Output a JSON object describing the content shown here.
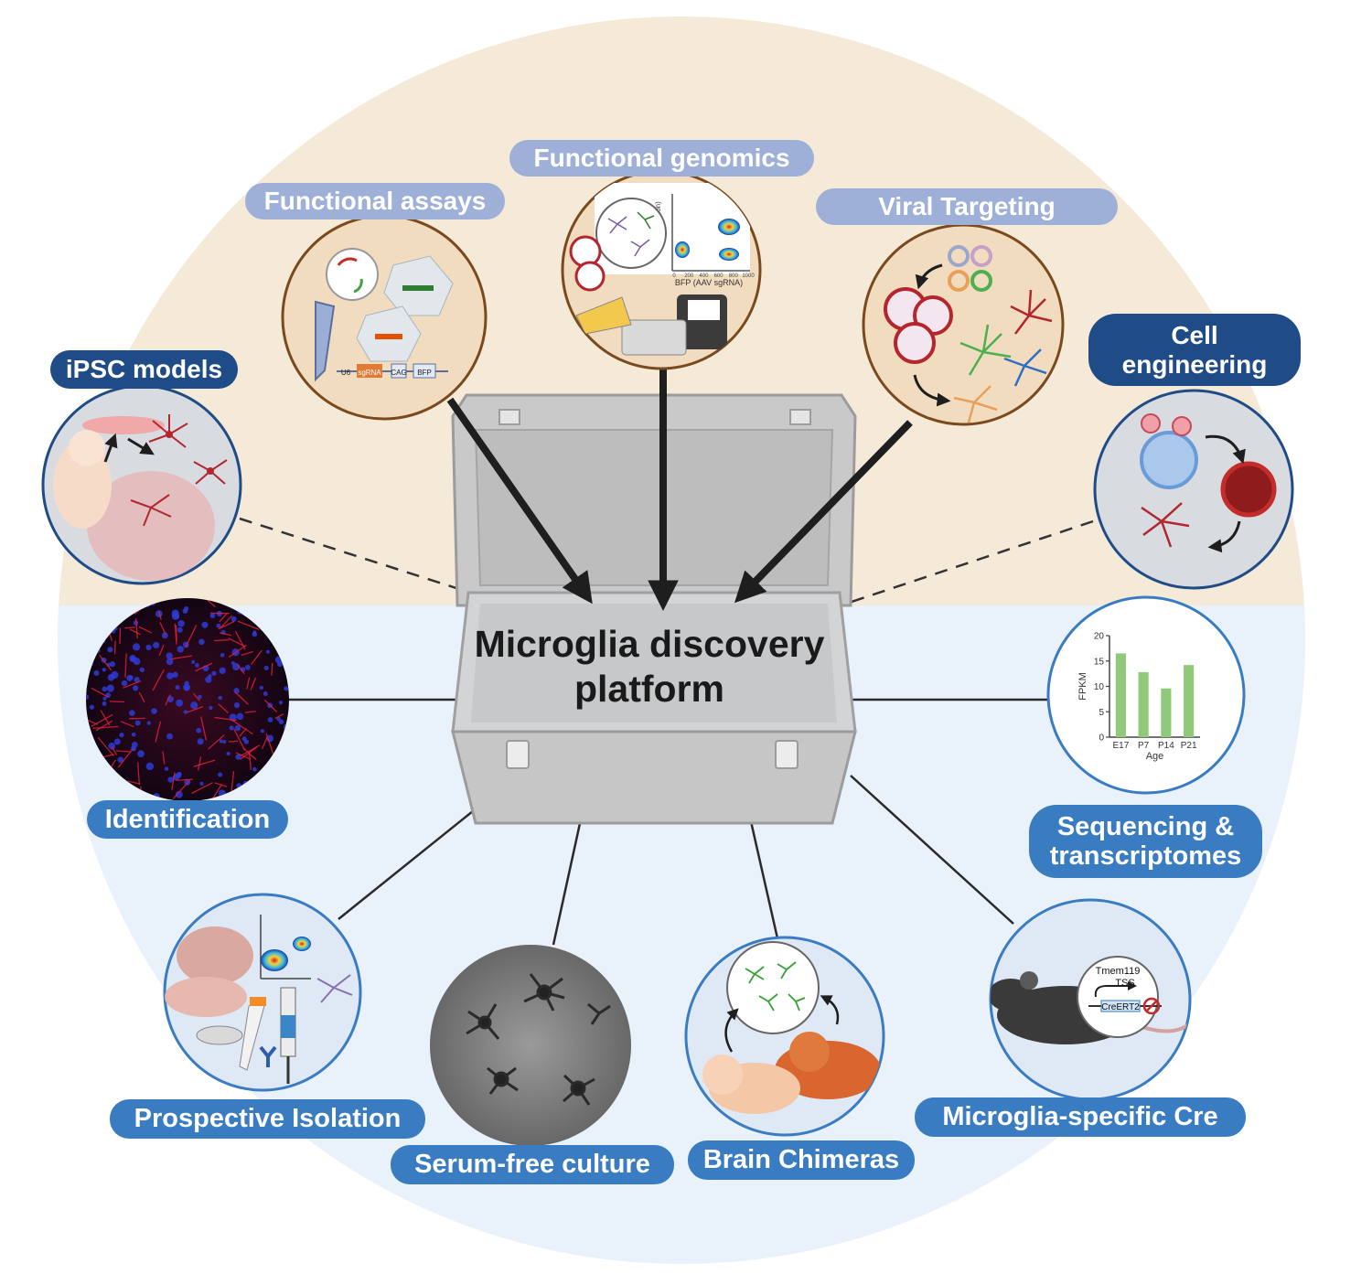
{
  "center": {
    "line1": "Microglia discovery",
    "line2": "platform"
  },
  "top_nodes": {
    "functional_assays": "Functional assays",
    "functional_genomics": "Functional genomics",
    "viral_targeting": "Viral Targeting",
    "ipsc_models": "iPSC models",
    "cell_engineering_line1": "Cell",
    "cell_engineering_line2": "engineering"
  },
  "bottom_nodes": {
    "identification": "Identification",
    "sequencing_line1": "Sequencing &",
    "sequencing_line2": "transcriptomes",
    "prospective_isolation": "Prospective Isolation",
    "serum_free_culture": "Serum-free culture",
    "brain_chimeras": "Brain Chimeras",
    "microglia_specific_cre": "Microglia-specific Cre"
  },
  "construct_labels": {
    "u6": "U6",
    "sgrna": "sgRNA",
    "cag": "CAG",
    "bfp": "BFP"
  },
  "flow_labels": {
    "xlabel": "BFP (AAV sgRNA)",
    "ylabel_fragment": "ction)",
    "ticks": [
      "0",
      "200",
      "400",
      "600",
      "800",
      "1000"
    ]
  },
  "cre_labels": {
    "gene": "Tmem119",
    "tss": "TSS",
    "cre": "CreERT2"
  },
  "colors": {
    "top_bg": "#f5ead8",
    "bottom_bg": "#e9f1fb",
    "pill_light": "#9eb0d8",
    "pill_dark": "#1f4c86",
    "pill_mid": "#3a7cc2",
    "bar_green": "#90c97a",
    "microglia_red": "#b3262e"
  },
  "chart_data": {
    "type": "bar",
    "categories": [
      "E17",
      "P7",
      "P14",
      "P21"
    ],
    "values": [
      16.5,
      12.8,
      9.6,
      14.2
    ],
    "xlabel": "Age",
    "ylabel": "FPKM",
    "ylim": [
      0,
      20
    ],
    "yticks": [
      "0",
      "5",
      "10",
      "15",
      "20"
    ]
  }
}
